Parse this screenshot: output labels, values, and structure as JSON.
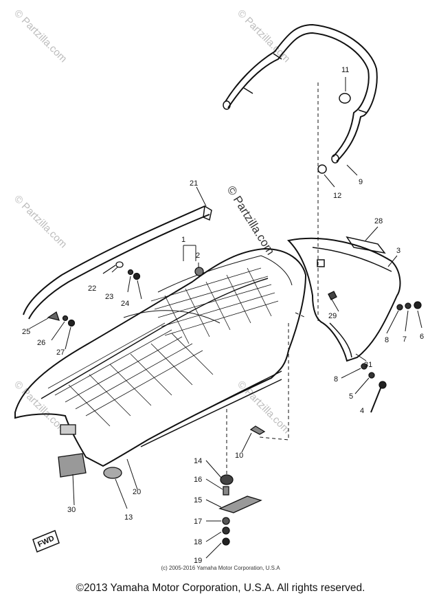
{
  "watermark": "© Partzilla.com",
  "center_watermark": "© Partzilla.com",
  "callouts": [
    "1",
    "2",
    "3",
    "4",
    "5",
    "6",
    "7",
    "8",
    "8",
    "9",
    "10",
    "11",
    "12",
    "13",
    "14",
    "15",
    "16",
    "17",
    "18",
    "19",
    "20",
    "21",
    "22",
    "23",
    "24",
    "25",
    "26",
    "27",
    "28",
    "29",
    "30",
    "31"
  ],
  "fwd_label": "FWD",
  "copyright_small": "(c) 2005-2016 Yamaha Motor Corporation, U.S.A",
  "copyright_main": "©2013 Yamaha Motor Corporation, U.S.A. All rights reserved."
}
